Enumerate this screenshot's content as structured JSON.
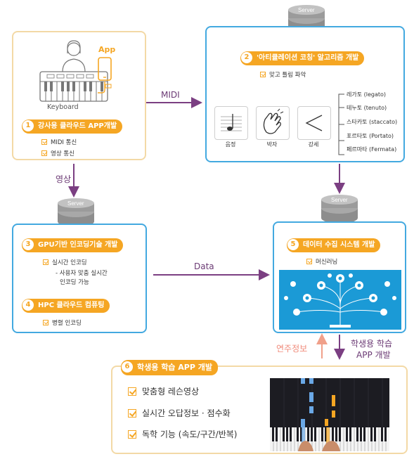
{
  "keyboard_box": {
    "app_label": "App",
    "keyboard_label": "Keyboard",
    "step_number": "1",
    "step_title": "강사용 클라우드 APP개발",
    "checks": [
      "MIDI 통신",
      "영상 통신"
    ]
  },
  "flows": {
    "midi": "MIDI",
    "video": "영상",
    "data": "Data",
    "performance_info": "연주정보",
    "student_app_line1": "학생용 학습",
    "student_app_line2": "APP 개발"
  },
  "server_label": "Server",
  "coaching_box": {
    "step_number": "2",
    "step_title": "'아티큘레이션 코칭' 알고리즘 개발",
    "check": "맞고 틀림 파악",
    "icons": [
      {
        "icon": "music-note-icon",
        "caption": "음정"
      },
      {
        "icon": "clapping-hands-icon",
        "caption": "박자"
      },
      {
        "icon": "crescendo-icon",
        "caption": "강세"
      }
    ],
    "articulations": [
      "레가토 (legato)",
      "테누토 (tenuto)",
      "스타카토 (staccato)",
      "포르타토 (Portato)",
      "페르마타 (Fermata)"
    ]
  },
  "gpu_box": {
    "step3_number": "3",
    "step3_title": "GPU기반 인코딩기술 개발",
    "step3_check": "실시간 인코딩",
    "step3_note_line1": "- 사용자 맞춤 실시간",
    "step3_note_line2": "인코딩 가능",
    "step4_number": "4",
    "step4_title": "HPC 클라우드 컴퓨팅",
    "step4_check": "병렬 인코딩"
  },
  "data_box": {
    "step_number": "5",
    "step_title": "데이터 수집 시스템 개발",
    "check": "머신러닝"
  },
  "student_box": {
    "step_number": "6",
    "step_title": "학생용 학습 APP 개발",
    "checks": [
      "맞춤형 레슨영상",
      "실시간 오답정보 · 점수화",
      "독학 기능 (속도/구간/반복)"
    ]
  },
  "colors": {
    "orange": "#f5a623",
    "blue_border": "#43a9e0",
    "arrow_purple": "#7b3f82",
    "arrow_pink": "#f0a08a"
  }
}
